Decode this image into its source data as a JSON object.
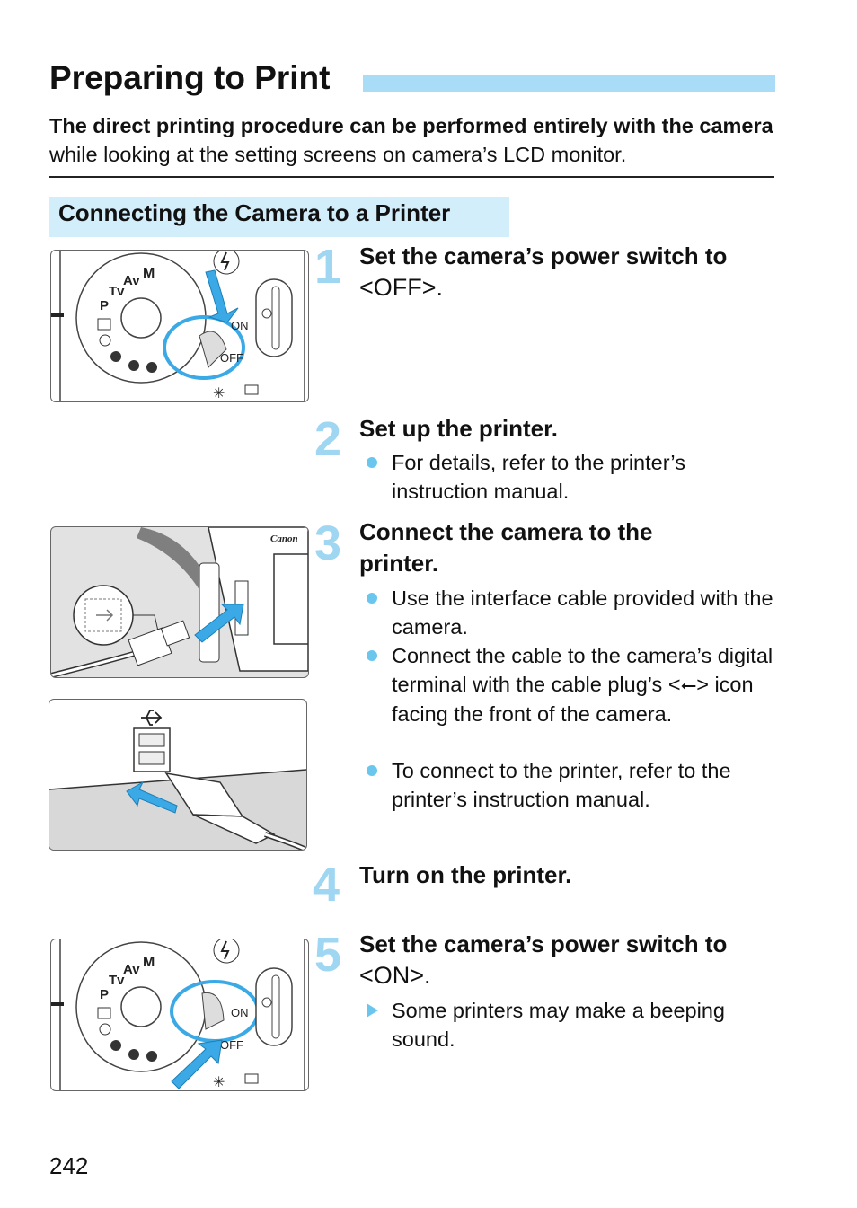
{
  "page": {
    "title": "Preparing to Print",
    "intro_bold": "The direct printing procedure can be performed entirely with the camera",
    "intro_rest": " while looking at the setting screens on camera’s LCD monitor.",
    "section_title": "Connecting the Camera to a Printer",
    "page_number": "242"
  },
  "steps": [
    {
      "number": "1",
      "title_line1": "Set the camera’s power switch to",
      "title_line2": "<OFF>."
    },
    {
      "number": "2",
      "title": "Set up the printer.",
      "bullets": [
        "For details, refer to the printer’s instruction manual."
      ]
    },
    {
      "number": "3",
      "title": "Connect the camera to the printer.",
      "bullets": [
        "Use the interface cable provided with the camera.",
        "Connect the cable to the camera’s digital terminal with the cable plug’s",
        "icon facing the front of the camera.",
        "To connect to the printer, refer to the printer’s instruction manual."
      ]
    },
    {
      "number": "4",
      "title": "Turn on the printer."
    },
    {
      "number": "5",
      "title_line1": "Set the camera’s power switch to",
      "title_line2": "<ON>.",
      "result": "Some printers may make a beeping sound."
    }
  ],
  "illustrations": {
    "dial_labels": [
      "M",
      "Av",
      "Tv",
      "P"
    ],
    "switch_on": "ON",
    "switch_off": "OFF",
    "brand": "Canon",
    "usb_symbol": "⭠"
  },
  "colors": {
    "accent": "#a9dcf6",
    "section_bg": "#d3eefb",
    "step_number": "#9fd6f2",
    "bullet": "#6bc6ee",
    "highlight": "#3aa9e6"
  }
}
